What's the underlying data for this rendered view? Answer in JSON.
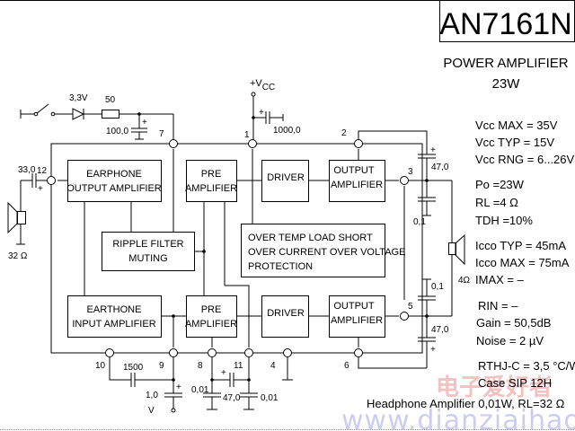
{
  "title": {
    "part_number": "AN7161N",
    "subtitle": "POWER AMPLIFIER",
    "power": "23W"
  },
  "blocks": {
    "earphone_output": [
      "EARPHONE",
      "OUTPUT AMPLIFIER"
    ],
    "pre_amp_top": [
      "PRE",
      "AMPLIFIER"
    ],
    "driver_top": "DRIVER",
    "output_amp_top": [
      "OUTPUT",
      "AMPLIFIER"
    ],
    "ripple_filter": [
      "RIPPLE FILTER",
      "MUTING"
    ],
    "protection": [
      "OVER TEMP LOAD SHORT",
      "OVER CURRENT OVER VOLTAGE",
      "PROTECTION"
    ],
    "earthone_input": [
      "EARTHONE",
      "INPUT AMPLIFIER"
    ],
    "pre_amp_bottom": [
      "PRE",
      "AMPLIFIER"
    ],
    "driver_bottom": "DRIVER",
    "output_amp_bottom": [
      "OUTPUT",
      "AMPLIFIER"
    ]
  },
  "pins": [
    "1",
    "2",
    "3",
    "4",
    "5",
    "6",
    "7",
    "8",
    "9",
    "10",
    "11",
    "12"
  ],
  "components": {
    "zener": "3,3V",
    "resistor": "50",
    "cap_pin7": "100,0",
    "vcc_label": "+V",
    "vcc_sub": "CC",
    "cap_vcc": "1000,0",
    "cap_pin12": "33,0",
    "earphone_load": "32 Ω",
    "cap_pin3_top": "47,0",
    "cap_pin3_bottom": "0,1",
    "speaker_load": "4Ω",
    "cap_pin5_top": "0,1",
    "cap_pin5_bottom": "47,0",
    "cap_pin10": "1500",
    "cap_pin9": "1,0",
    "cap_pin9_v": "V",
    "cap_pin8": "0,01",
    "cap_8_11": "47,0",
    "cap_pin11": "0,01",
    "plus": "+"
  },
  "specs": [
    "Vcc MAX = 35V",
    "Vcc TYP  = 15V",
    "Vcc RNG = 6...26V",
    "Po  =23W",
    "RL  =4 Ω",
    "TDH =10%",
    "Icco TYP = 45mA",
    "Icco MAX = 75mA",
    "IMAX  =  –",
    "RIN  = –",
    "Gain  = 50,5dB",
    "Noise = 2 µV",
    "RTHJ-C = 3,5 °C/W",
    "Case  SIP 12H"
  ],
  "footer": "Headphone Amplifier 0,01W, RL=32 Ω",
  "watermark": {
    "chinese": "电子爱好者",
    "url": "www.dianziaihaozhe.com"
  }
}
